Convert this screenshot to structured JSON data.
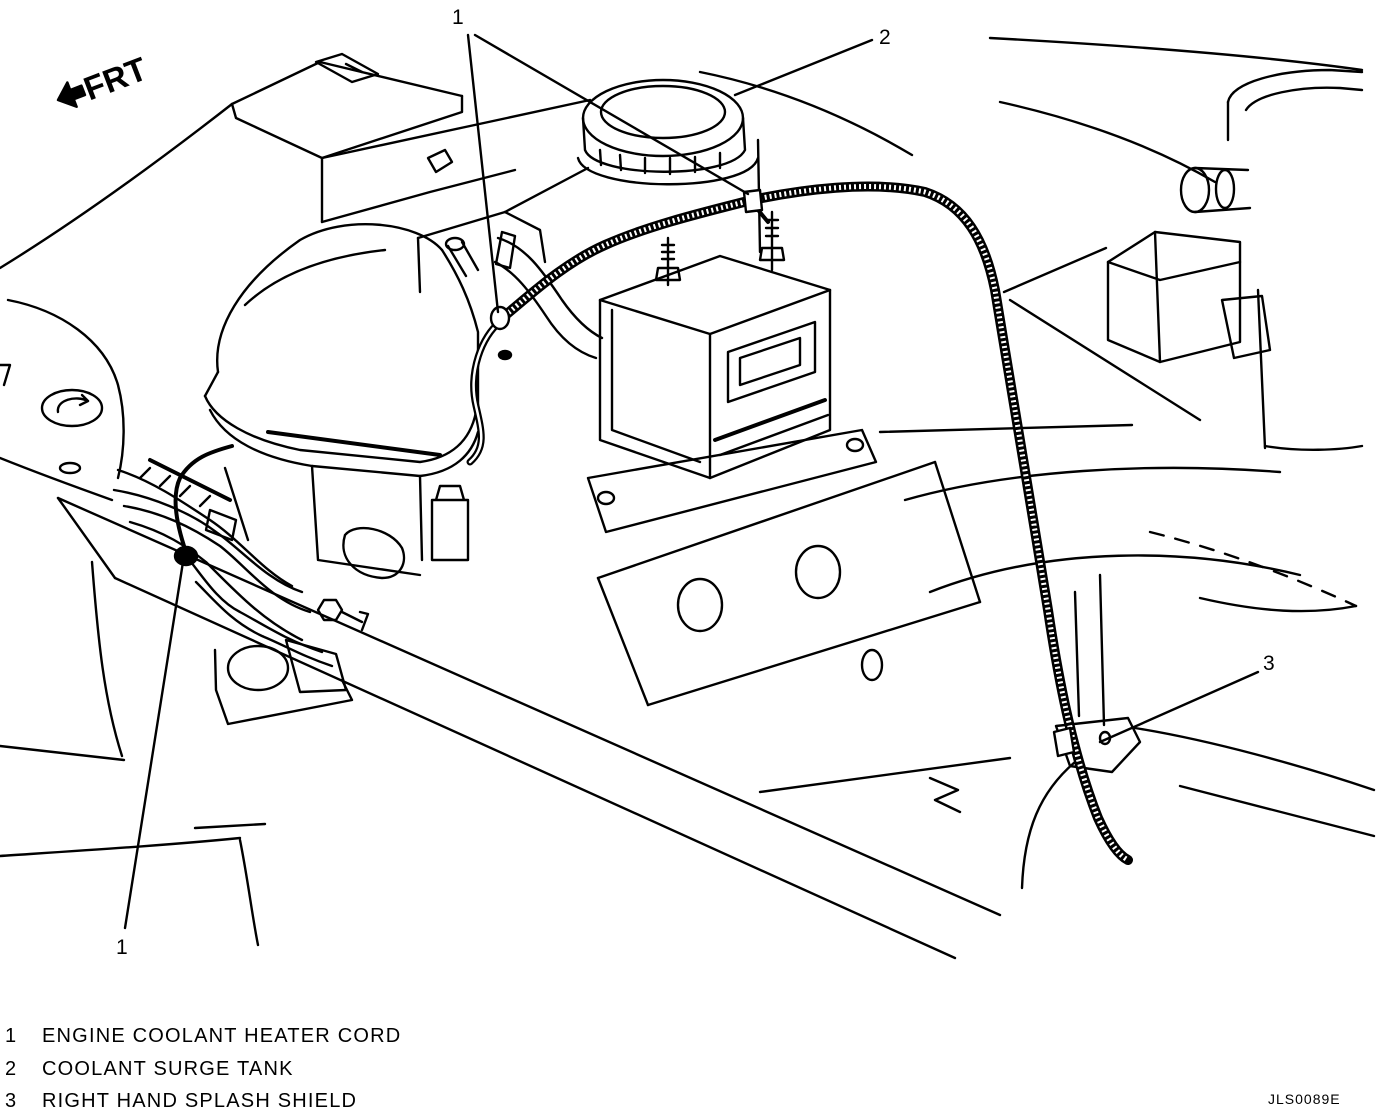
{
  "orientation": {
    "label": "FRT"
  },
  "callouts": [
    {
      "number": "1"
    },
    {
      "number": "2"
    },
    {
      "number": "3"
    },
    {
      "number": "1"
    }
  ],
  "legend": [
    {
      "number": "1",
      "text": "ENGINE COOLANT HEATER CORD"
    },
    {
      "number": "2",
      "text": "COOLANT SURGE TANK"
    },
    {
      "number": "3",
      "text": "RIGHT HAND SPLASH SHIELD"
    }
  ],
  "figure_code": "JLS0089E",
  "colors": {
    "line": "#000000",
    "background": "#ffffff"
  }
}
